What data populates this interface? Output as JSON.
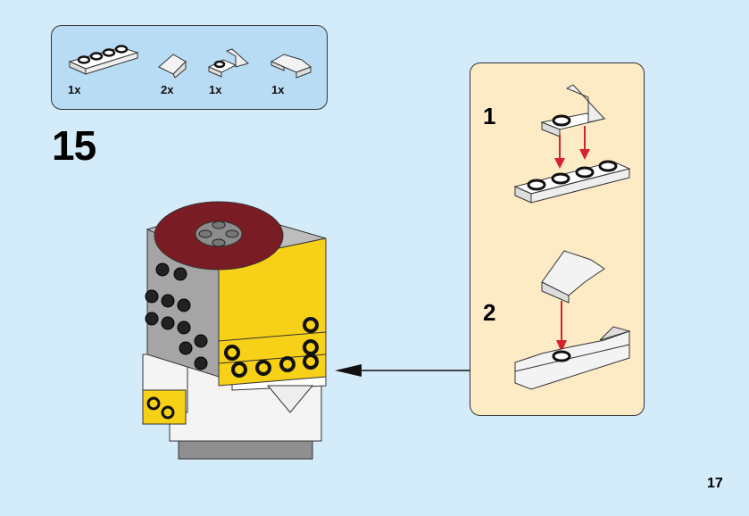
{
  "page": {
    "number": "17",
    "background": "#d4ebfa"
  },
  "step": {
    "number": "15"
  },
  "parts_list": {
    "background": "#b9dcf5",
    "items": [
      {
        "name": "white plate 1x4",
        "qty": "1x"
      },
      {
        "name": "white slope 1x1",
        "qty": "2x"
      },
      {
        "name": "white bracket 1x1 with plate",
        "qty": "1x"
      },
      {
        "name": "white curved slope 1x2 inverted",
        "qty": "1x"
      }
    ]
  },
  "sub_assembly": {
    "background": "#fdebc6",
    "arrow_color": "#d6222b",
    "steps": [
      {
        "number": "1",
        "description": "Attach bracket onto 1x4 plate"
      },
      {
        "number": "2",
        "description": "Attach curved slope onto bracket stud"
      }
    ]
  },
  "model": {
    "colors": {
      "yellow": "#f7d117",
      "dark_red": "#7a1c23",
      "gray": "#a5a5a5",
      "white": "#f4f4f4",
      "black": "#151515"
    }
  },
  "callout_arrow": {
    "direction": "left"
  }
}
